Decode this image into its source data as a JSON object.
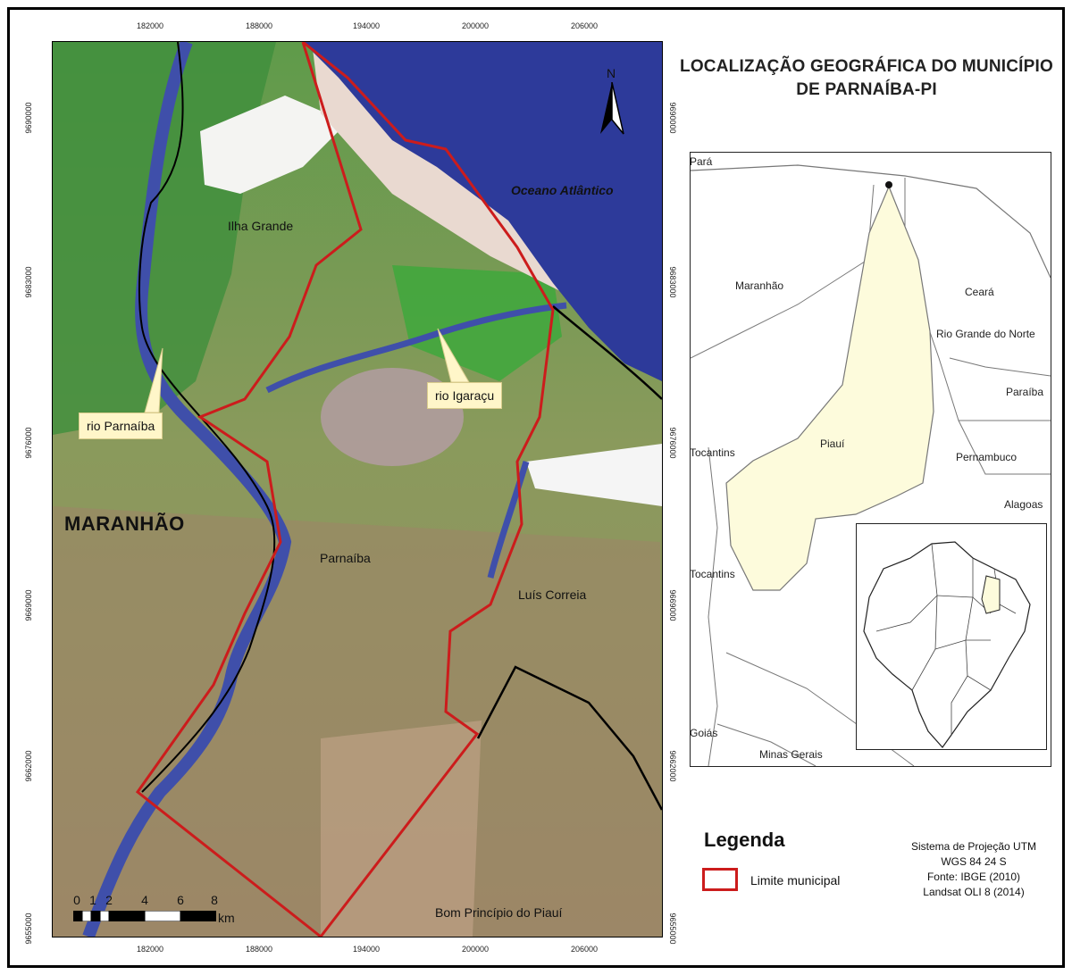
{
  "title": {
    "line1": "LOCALIZAÇÃO GEOGRÁFICA DO MUNICÍPIO",
    "line2": "DE PARNAÍBA-PI"
  },
  "axis": {
    "x_ticks_top": [
      "182000",
      "188000",
      "194000",
      "200000",
      "206000"
    ],
    "x_ticks_bottom": [
      "182000",
      "188000",
      "194000",
      "200000",
      "206000"
    ],
    "y_ticks_left": [
      "9690000",
      "9683000",
      "9676000",
      "9669000",
      "9662000",
      "9655000"
    ],
    "y_ticks_right": [
      "9690000",
      "9683000",
      "9676000",
      "9669000",
      "9662000",
      "9655000"
    ]
  },
  "map_labels": {
    "ilha_grande": "Ilha Grande",
    "ocean": "Oceano Atlântico",
    "maranhao": "MARANHÃO",
    "parnaiba": "Parnaíba",
    "luis_correia": "Luís Correia",
    "bom_principio": "Bom Princípio do Piauí"
  },
  "callouts": {
    "rio_parnaiba": "rio Parnaíba",
    "rio_igaracu": "rio Igaraçu"
  },
  "north_arrow": {
    "label": "N"
  },
  "scale_bar": {
    "numbers": [
      "0",
      "1",
      "2",
      "4",
      "6",
      "8"
    ],
    "unit": "km"
  },
  "location_map": {
    "states": {
      "para": "Pará",
      "maranhao": "Maranhão",
      "ceara": "Ceará",
      "rio_grande_do_norte": "Rio Grande do Norte",
      "paraiba": "Paraíba",
      "pernambuco": "Pernambuco",
      "alagoas": "Alagoas",
      "tocantins_1": "Tocantins",
      "tocantins_2": "Tocantins",
      "piaui": "Piauí",
      "goias": "Goiás",
      "minas_gerais": "Minas Gerais"
    },
    "colors": {
      "piaui_fill": "#fdfbdc"
    }
  },
  "legend": {
    "title": "Legenda",
    "item_label": "Limite municipal",
    "item_color": "#cc1c1c"
  },
  "credits": {
    "projection": "Sistema de Projeção UTM",
    "datum": "WGS 84 24 S",
    "source": "Fonte: IBGE (2010)",
    "imagery": "Landsat OLI 8 (2014)"
  },
  "colors": {
    "ocean": "#2d3a9a",
    "vegetation": "#4f9e3e",
    "boundary": "#cc1c1c",
    "river": "#3f4faa"
  }
}
